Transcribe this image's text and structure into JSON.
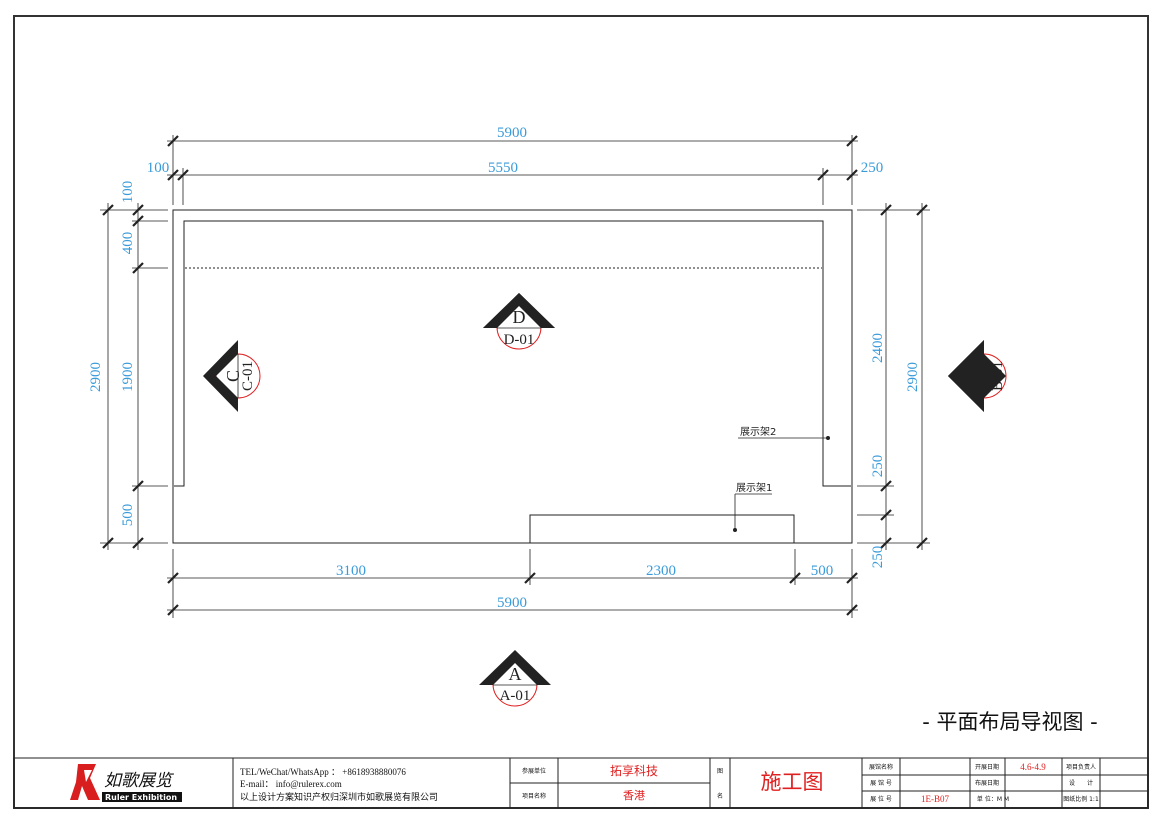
{
  "dimensions": {
    "top_total": "5900",
    "top_left": "100",
    "top_middle": "5550",
    "top_right": "250",
    "left_total": "2900",
    "left_1": "100",
    "left_2": "400",
    "left_3": "1900",
    "left_4": "500",
    "right_total": "2900",
    "right_1": "2400",
    "right_2": "250",
    "right_3": "250",
    "bottom_1": "3100",
    "bottom_2": "2300",
    "bottom_3": "500",
    "bottom_total": "5900"
  },
  "view_markers": {
    "top": {
      "letter": "D",
      "code": "D-01"
    },
    "left": {
      "letter": "C",
      "code": "C-01"
    },
    "right": {
      "letter": "B",
      "code": "B-01"
    },
    "bottom": {
      "letter": "A",
      "code": "A-01"
    }
  },
  "labels": {
    "shelf_1": "展示架1",
    "shelf_2": "展示架2"
  },
  "sheet_title": "- 平面布局导视图 -",
  "title_block": {
    "logo_text": "如歌展览",
    "logo_sub": "Ruler Exhibition",
    "tel": "TEL/WeChat/WhatsApp ： +8618938880076",
    "email": "E-mail： info@rulerex.com",
    "copyright": "以上设计方案知识产权归深圳市如歌展览有限公司",
    "exhibitor_label": "参展单位",
    "exhibitor_value": "拓享科技",
    "project_label": "项目名称",
    "project_value": "香港",
    "drawing_label_1": "图",
    "drawing_label_2": "名",
    "drawing_name": "施工图",
    "hall_name_label": "展馆名称",
    "hall_no_label": "展 馆 号",
    "booth_no_label": "展 位 号",
    "booth_no_value": "1E-B07",
    "open_date_label": "开展日期",
    "open_date_value": "4.6-4.9",
    "setup_date_label": "布展日期",
    "unit_label": "单 位：M M",
    "manager_label": "项目负责人",
    "design_label": "设　　计",
    "scale_label": "图纸比例 1:1"
  }
}
